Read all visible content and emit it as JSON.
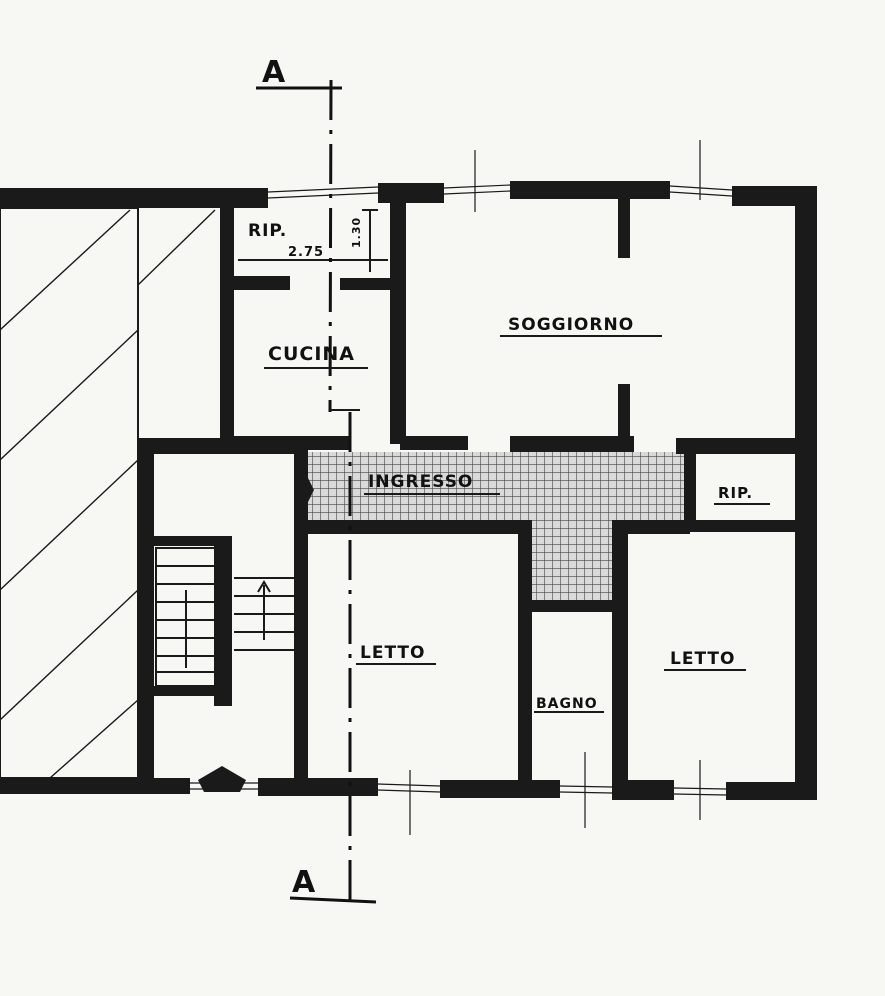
{
  "rooms": {
    "rip_top": "RIP.",
    "dim_width": "2.75",
    "dim_height": "1.30",
    "cucina": "CUCINA",
    "soggiorno": "SOGGIORNO",
    "ingresso": "INGRESSO",
    "rip_right": "RIP.",
    "letto_left": "LETTO",
    "bagno": "BAGNO",
    "letto_right": "LETTO"
  },
  "section_marks": {
    "top": "A",
    "bottom": "A"
  },
  "colors": {
    "wall": "#1a1a1a",
    "paper": "#f7f7f4",
    "tile": "#555555"
  }
}
